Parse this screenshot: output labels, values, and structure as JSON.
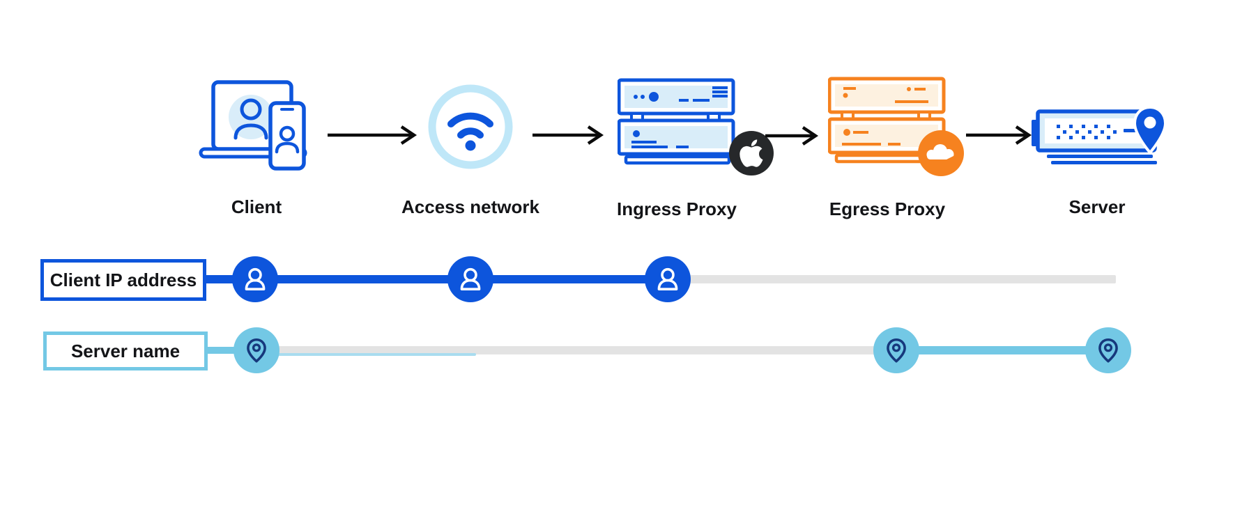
{
  "colors": {
    "primary_blue": "#0d55dc",
    "light_blue": "#d9edf9",
    "ring_blue": "#bfe7f8",
    "cyan": "#73c8e5",
    "navy": "#16387c",
    "orange": "#f6821f",
    "orange_fill": "#fdf1e0",
    "badge_black": "#26282a",
    "track_gray": "#e3e3e3",
    "underline_cyan": "#a9dcef",
    "arrow_black": "#0b0b0b",
    "text": "#131417"
  },
  "flow": {
    "nodes": [
      {
        "label": "Client",
        "icon": "laptop-phone-icon"
      },
      {
        "label": "Access network",
        "icon": "wifi-icon"
      },
      {
        "label": "Ingress Proxy",
        "icon": "server-stack-blue-icon",
        "badge": "apple-logo"
      },
      {
        "label": "Egress Proxy",
        "icon": "server-stack-orange-icon",
        "badge": "cloudflare-logo"
      },
      {
        "label": "Server",
        "icon": "server-pin-icon"
      }
    ]
  },
  "tracks": [
    {
      "label": "Client IP address",
      "color": "#0d55dc",
      "node_icon": "person-icon",
      "visible_at": [
        "Client",
        "Access network",
        "Ingress Proxy"
      ]
    },
    {
      "label": "Server name",
      "color": "#73c8e5",
      "node_icon": "location-pin-icon",
      "visible_at": [
        "Client",
        "Egress Proxy",
        "Server"
      ]
    }
  ],
  "icons": {
    "laptop-phone-icon": "laptop with user avatar and smartphone",
    "wifi-icon": "wifi signal inside light ring",
    "server-stack-blue-icon": "two stacked rack servers (blue)",
    "server-stack-orange-icon": "two stacked rack servers (orange)",
    "apple-logo": "apple silhouette in dark circle",
    "cloudflare-logo": "white cloud in orange circle",
    "server-pin-icon": "rack server with location pin",
    "arrow-right-icon": "→",
    "person-icon": "user silhouette",
    "location-pin-icon": "map pin"
  }
}
